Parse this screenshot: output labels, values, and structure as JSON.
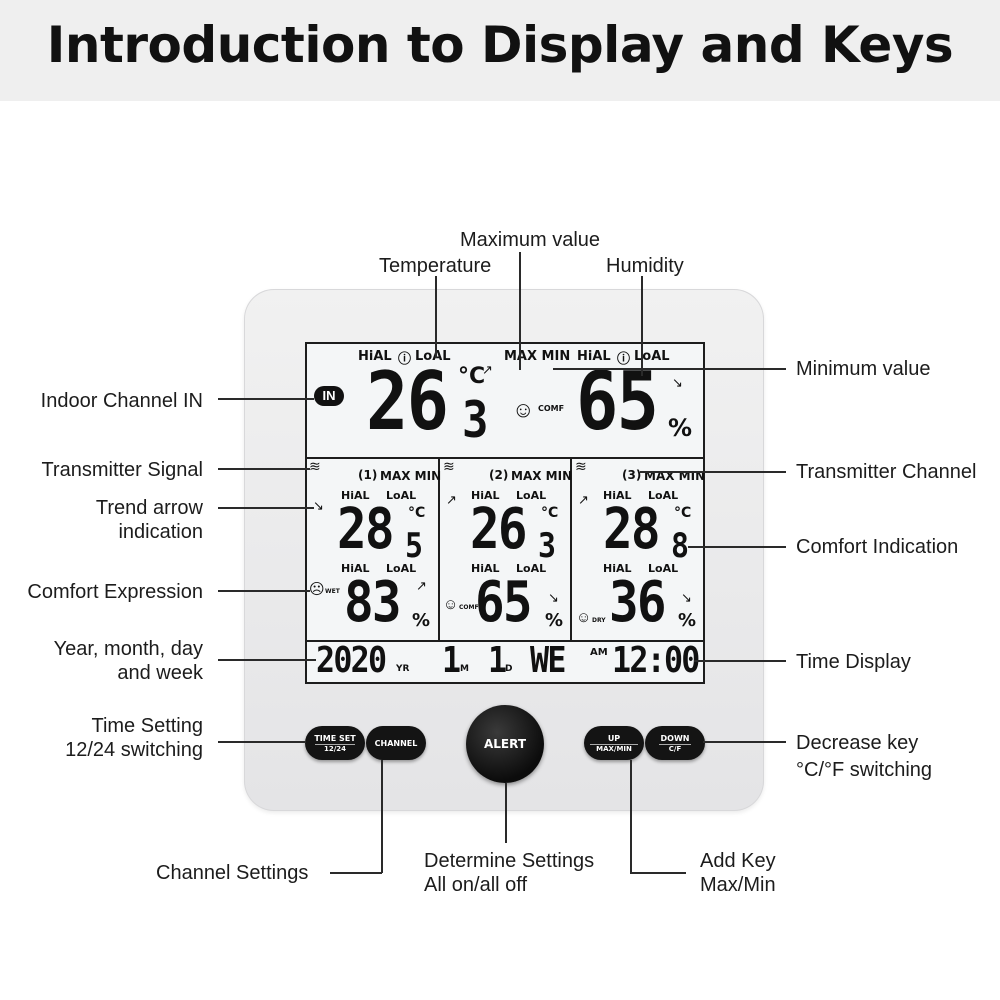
{
  "title": "Introduction to Display and Keys",
  "labels": {
    "maximum_value": "Maximum value",
    "temperature": "Temperature",
    "humidity": "Humidity",
    "minimum_value": "Minimum value",
    "indoor_channel": "Indoor Channel IN",
    "transmitter_signal": "Transmitter Signal",
    "transmitter_channel": "Transmitter Channel",
    "trend_arrow_1": "Trend arrow",
    "trend_arrow_2": "indication",
    "comfort_indication": "Comfort Indication",
    "comfort_expression": "Comfort Expression",
    "date_1": "Year, month, day",
    "date_2": "and week",
    "time_display": "Time Display",
    "time_setting_1": "Time Setting",
    "time_setting_2": "12/24 switching",
    "decrease_key_1": "Decrease key",
    "decrease_key_2": "°C/°F switching",
    "channel_settings": "Channel Settings",
    "determine_1": "Determine Settings",
    "determine_2": "All on/all off",
    "add_key_1": "Add Key",
    "add_key_2": "Max/Min"
  },
  "display": {
    "hial": "HiAL",
    "loal": "LoAL",
    "maxmin": "MAX MIN",
    "in_badge": "IN",
    "indoor_temp_int": "26",
    "indoor_temp_dec": "3",
    "celsius": "°C",
    "comf": "COMF",
    "indoor_humidity": "65",
    "percent": "%",
    "channels": [
      {
        "num": "1",
        "temp_int": "28",
        "temp_dec": "5",
        "humidity": "83",
        "comfort": "WET"
      },
      {
        "num": "2",
        "temp_int": "26",
        "temp_dec": "3",
        "humidity": "65",
        "comfort": "COMF"
      },
      {
        "num": "3",
        "temp_int": "28",
        "temp_dec": "8",
        "humidity": "36",
        "comfort": "DRY"
      }
    ],
    "year": "2020",
    "yr": "YR",
    "month": "1",
    "m": "M",
    "day": "1",
    "d": "D",
    "week": "WE",
    "am": "AM",
    "time": "12:00"
  },
  "buttons": {
    "time_set_1": "TIME SET",
    "time_set_2": "12/24",
    "channel": "CHANNEL",
    "alert": "ALERT",
    "up_1": "UP",
    "up_2": "MAX/MIN",
    "down_1": "DOWN",
    "down_2": "C/F"
  }
}
